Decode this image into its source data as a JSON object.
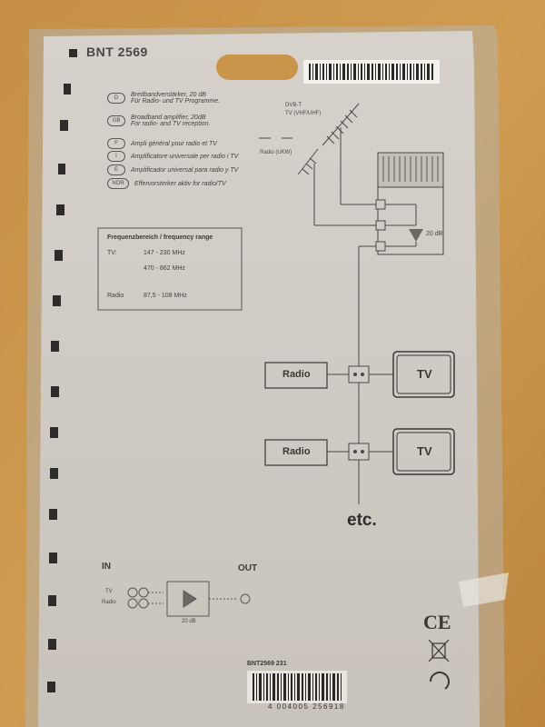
{
  "product": {
    "model": "BNT 2569",
    "code_bottom": "BNT2569 231"
  },
  "languages": [
    {
      "code": "D",
      "text": "Breitbandverstärker, 20 dB",
      "text2": "Für Radio- und TV Programme."
    },
    {
      "code": "GB",
      "text": "Broadband amplifier, 20dB",
      "text2": "For radio- and TV reception."
    },
    {
      "code": "F",
      "text": "Ampli général pour radio et TV",
      "text2": ""
    },
    {
      "code": "I",
      "text": "Amplificatore universale per radio i TV",
      "text2": ""
    },
    {
      "code": "E",
      "text": "Amplificador universal para radio y TV",
      "text2": ""
    },
    {
      "code": "NOR",
      "text": "Effervorsterker aktiv for radio/TV",
      "text2": ""
    }
  ],
  "frequency": {
    "title": "Frequenzbereich / frequency range",
    "tv_label": "TV:",
    "tv_range_1": "147 - 230 MHz",
    "tv_range_2": "470 - 862 MHz",
    "radio_label": "Radio",
    "radio_range": "87,5 - 108 MHz"
  },
  "diagram": {
    "dvbt_label": "DVB-T",
    "tv_band_label": "TV (VHF/UHF)",
    "radio_band_label": "Radio (UKW)",
    "amp_gain": "20 dB",
    "radio_box": "Radio",
    "tv_box": "TV",
    "etc": "etc."
  },
  "schematic": {
    "in": "IN",
    "out": "OUT",
    "tv": "TV",
    "radio": "Radio",
    "gain": "20 dB"
  },
  "barcode_digits": "4 004005 256918",
  "ce_mark": "CE",
  "colors": {
    "background": "#c9954a",
    "card": "#d1cdc6",
    "ink": "#3a3836"
  }
}
